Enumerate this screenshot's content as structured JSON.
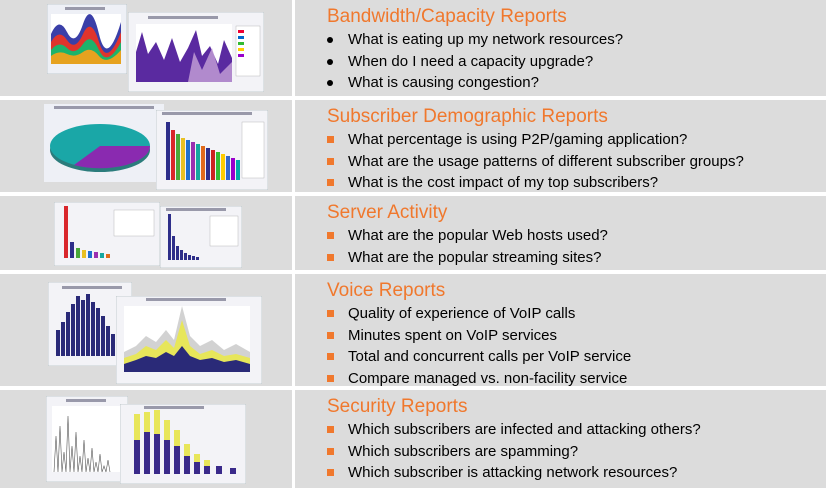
{
  "sections": [
    {
      "title": "Bandwidth/Capacity Reports",
      "bullet": "dot",
      "items": [
        "What is eating up my network resources?",
        "When do I need a capacity upgrade?",
        "What is causing congestion?"
      ]
    },
    {
      "title": "Subscriber Demographic Reports",
      "bullet": "square",
      "items": [
        "What percentage is using P2P/gaming application?",
        "What are the usage patterns of different subscriber groups?",
        "What is the cost impact of my top subscribers?"
      ]
    },
    {
      "title": "Server Activity",
      "bullet": "square",
      "items": [
        "What are the popular Web hosts used?",
        "What are the popular streaming sites?"
      ]
    },
    {
      "title": "Voice Reports",
      "bullet": "square",
      "items": [
        "Quality of experience of VoIP calls",
        "Minutes spent on VoIP services",
        "Total and concurrent calls per VoIP service",
        "Compare managed vs. non-facility service"
      ]
    },
    {
      "title": "Security Reports",
      "bullet": "square",
      "items": [
        "Which subscribers are infected and attacking others?",
        "Which subscribers are spamming?",
        "Which subscriber is attacking network resources?"
      ]
    }
  ],
  "colors": {
    "accent": "#f0782d",
    "row_background": "#dcdcdc"
  }
}
